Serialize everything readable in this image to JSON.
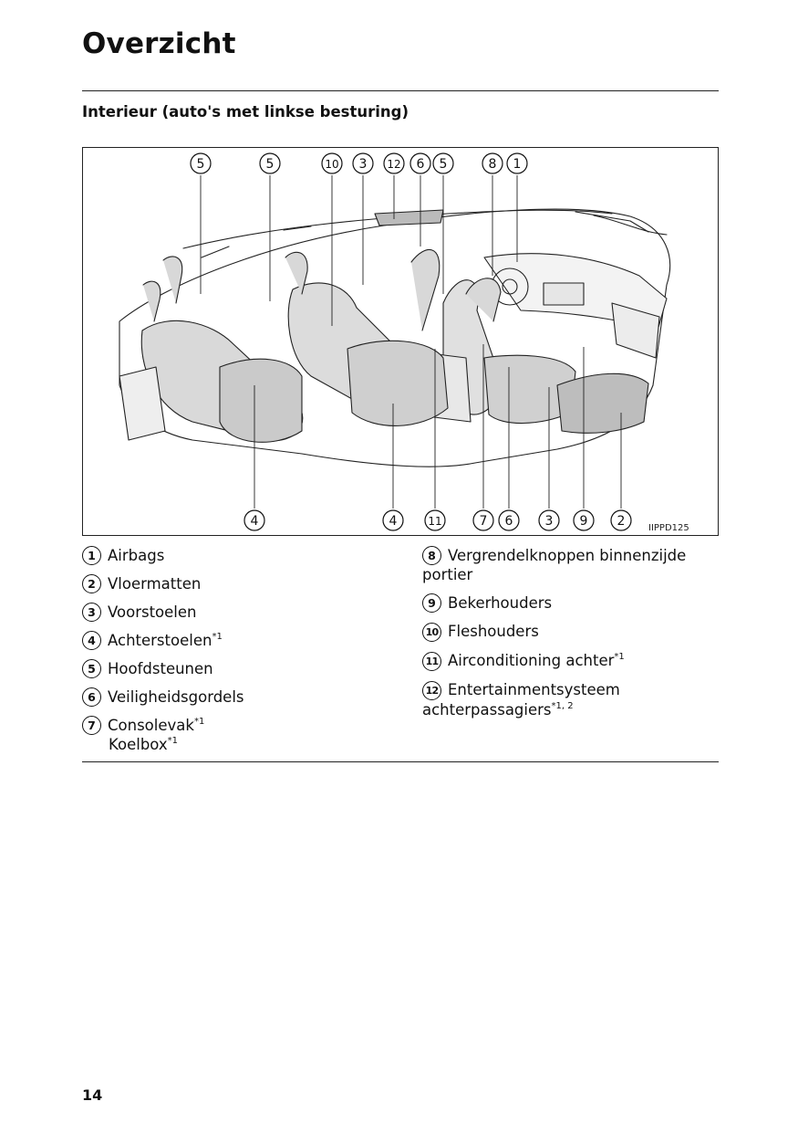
{
  "page": {
    "title": "Overzicht",
    "section_title": "Interieur (auto's met linkse besturing)",
    "page_number": "14"
  },
  "figure": {
    "code": "IIPPD125",
    "callouts_top": [
      "5",
      "5",
      "10",
      "3",
      "12",
      "6",
      "5",
      "8",
      "1"
    ],
    "callouts_bottom": [
      "4",
      "4",
      "11",
      "7",
      "6",
      "3",
      "9",
      "2"
    ]
  },
  "legend": {
    "left": [
      {
        "num": "1",
        "label": "Airbags",
        "sup": ""
      },
      {
        "num": "2",
        "label": "Vloermatten",
        "sup": ""
      },
      {
        "num": "3",
        "label": "Voorstoelen",
        "sup": ""
      },
      {
        "num": "4",
        "label": "Achterstoelen",
        "sup": "*1"
      },
      {
        "num": "5",
        "label": "Hoofdsteunen",
        "sup": ""
      },
      {
        "num": "6",
        "label": "Veiligheidsgordels",
        "sup": ""
      },
      {
        "num": "7",
        "label": "Consolevak",
        "sup": "*1",
        "label2": "Koelbox",
        "sup2": "*1"
      }
    ],
    "right": [
      {
        "num": "8",
        "label": "Vergrendelknoppen binnenzijde",
        "label_cont": "portier",
        "sup": ""
      },
      {
        "num": "9",
        "label": "Bekerhouders",
        "sup": ""
      },
      {
        "num": "10",
        "label": "Fleshouders",
        "sup": ""
      },
      {
        "num": "11",
        "label": "Airconditioning achter",
        "sup": "*1"
      },
      {
        "num": "12",
        "label": "Entertainmentsysteem",
        "label_cont": "achterpassagiers",
        "sup": "*1, 2"
      }
    ]
  }
}
